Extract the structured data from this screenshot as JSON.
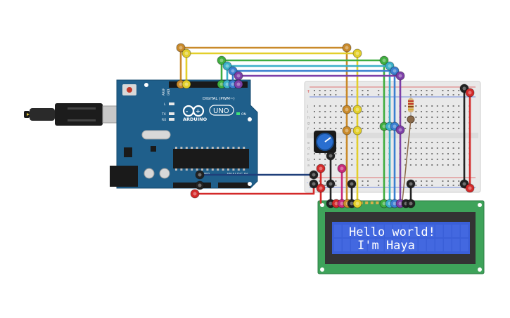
{
  "arduino": {
    "brand": "ARDUINO",
    "model": "UNO",
    "on_label": "ON",
    "digital_label": "DIGITAL (PWM~)",
    "analog_label": "ANALOG IN",
    "power_label": "POWER",
    "led_labels": [
      "L",
      "TX",
      "RX"
    ],
    "aref_label": "AREF",
    "gnd_label": "GND"
  },
  "lcd": {
    "line1": "Hello world!",
    "line2": "I'm Haya"
  },
  "breadboard": {
    "row_letters_top": [
      "j",
      "i",
      "h",
      "g",
      "f"
    ],
    "row_letters_bottom": [
      "e",
      "d",
      "c",
      "b",
      "a"
    ],
    "rail_plus": "+",
    "rail_minus": "-"
  },
  "colors": {
    "board": "#1f5f8b",
    "lcd_pcb": "#3ea35a",
    "lcd_screen": "#3a5fd8",
    "wire_orange": "#c98a2a",
    "wire_yellow": "#e3cf2a",
    "wire_green": "#3fae3f",
    "wire_cyan": "#3ab0c8",
    "wire_blue": "#3a7fd0",
    "wire_purple": "#7d3fa8",
    "wire_red": "#d42a2a",
    "wire_black": "#222222",
    "wire_navy": "#1f3f7a",
    "wire_magenta": "#c8287a"
  }
}
